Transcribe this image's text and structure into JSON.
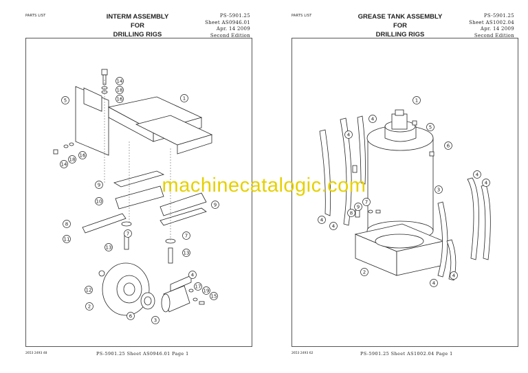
{
  "watermark": "machinecatalogic.com",
  "left_page": {
    "header_label": "PARTS LIST",
    "title_lines": [
      "INTERM ASSEMBLY",
      "FOR",
      "DRILLING RIGS"
    ],
    "meta_lines": [
      "PS-5901.25",
      "Sheet AS0946.01",
      "Apr. 14 2009",
      "Second Edition"
    ],
    "footer_code": "2653 2493 48",
    "footer_text": "PS-5901.25   Sheet AS0946.01      Page 1",
    "callouts": [
      "14",
      "18",
      "16",
      "5",
      "1",
      "14",
      "18",
      "16",
      "9",
      "10",
      "9",
      "8",
      "7",
      "11",
      "7",
      "13",
      "13",
      "12",
      "4",
      "17",
      "19",
      "15",
      "2",
      "6",
      "3"
    ]
  },
  "right_page": {
    "header_label": "PARTS LIST",
    "title_lines": [
      "GREASE TANK ASSEMBLY",
      "FOR",
      "DRILLING RIGS"
    ],
    "meta_lines": [
      "PS-5901.25",
      "Sheet AS1002.04",
      "Apr. 14 2009",
      "Second Edition"
    ],
    "footer_code": "2653 2493 62",
    "footer_text": "PS-5901.25   Sheet AS1002.04      Page 1",
    "callouts": [
      "1",
      "5",
      "4",
      "4",
      "6",
      "4",
      "4",
      "3",
      "7",
      "9",
      "8",
      "4",
      "4",
      "4",
      "2",
      "4"
    ]
  }
}
